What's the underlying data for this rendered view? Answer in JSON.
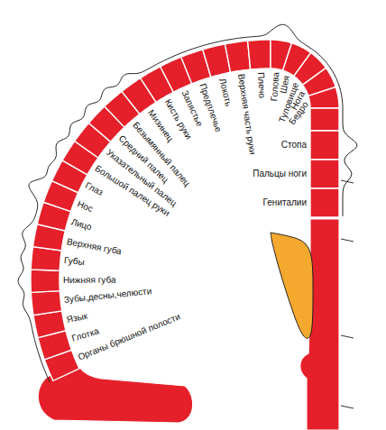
{
  "diagram": {
    "labels": [
      "Органы брюшной полости",
      "Глотка",
      "Язык",
      "Зубы,десны,челюсти",
      "Нижняя губа",
      "Губы",
      "Верхняя губа",
      "Лицо",
      "Нос",
      "Глаз",
      "Большой палец руки",
      "Указательный палец",
      "Средний палец",
      "Безымянный палец",
      "Мизинец",
      "Кисть руки",
      "Запястье",
      "Предплечье",
      "Локоть",
      "Верхняя часть руки",
      "Плечо",
      "Голова",
      "Шея",
      "Туловище",
      "Нога",
      "Бедро",
      "Стопа",
      "Пальцы ноги",
      "Гениталии"
    ]
  }
}
